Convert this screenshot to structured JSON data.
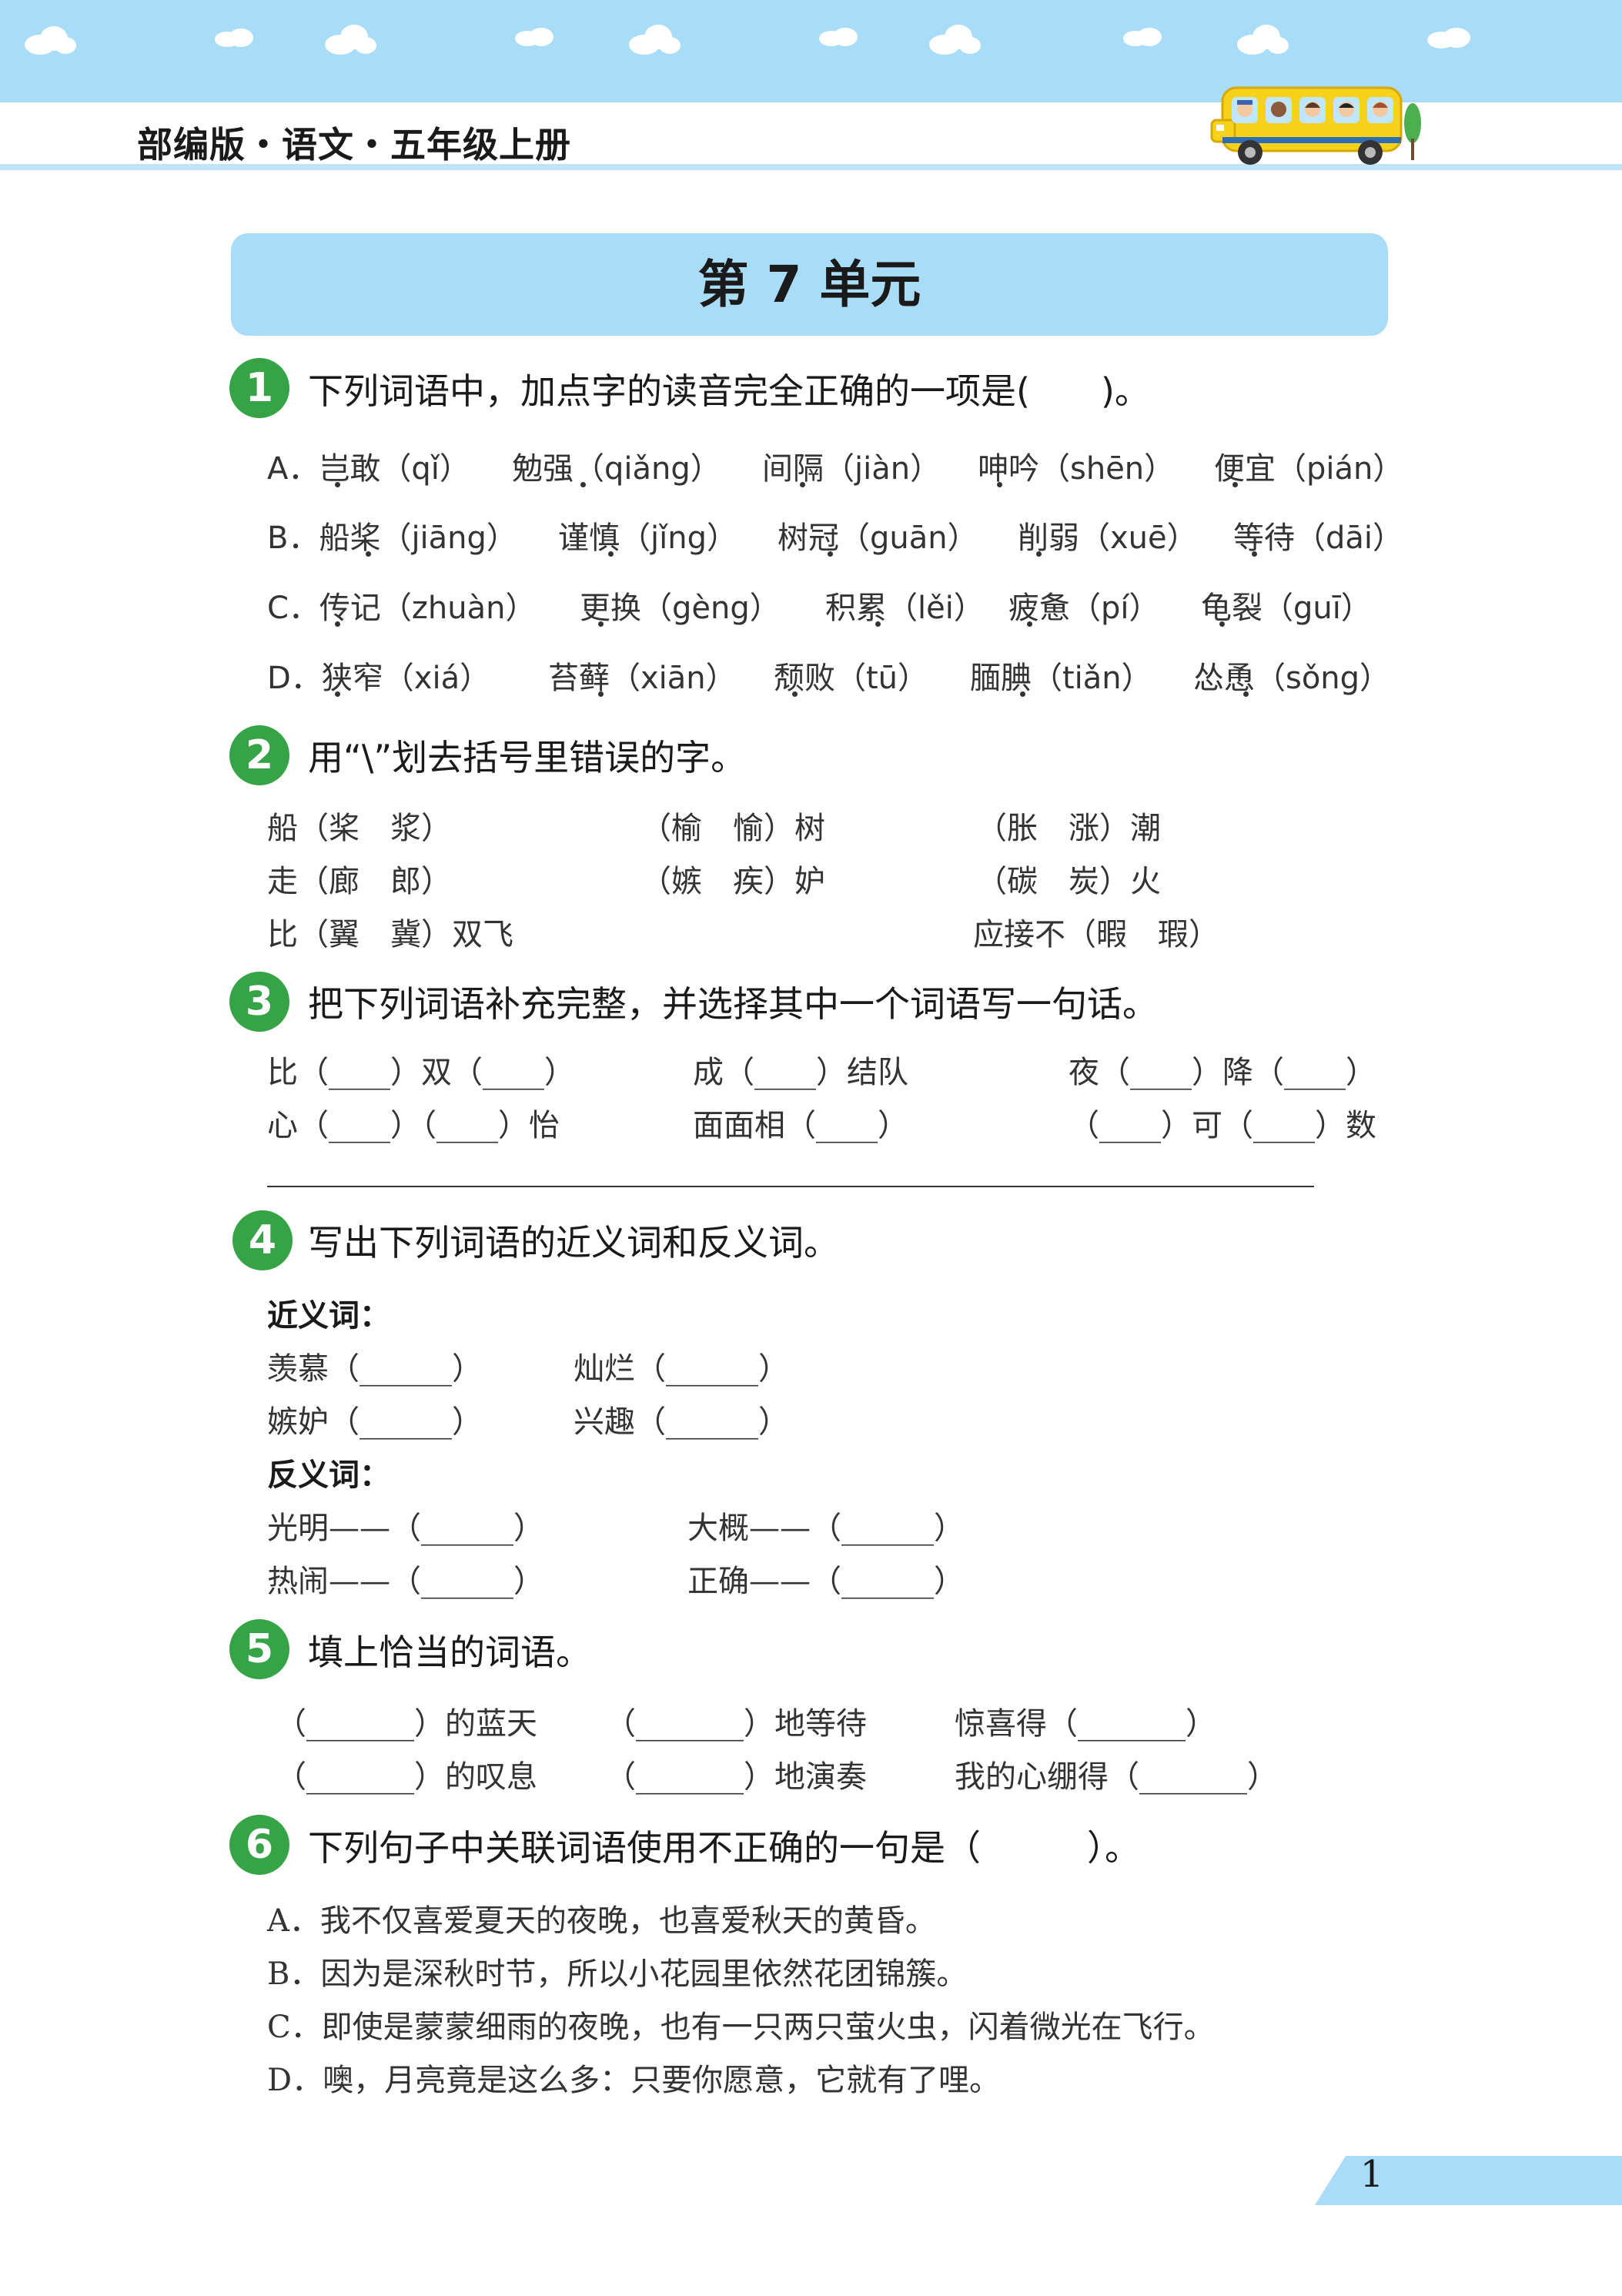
{
  "header": {
    "book_title": "部编版・语文・五年级上册"
  },
  "unit": {
    "title": "第 7 单元"
  },
  "q1": {
    "number": "1",
    "prompt": "下列词语中，加点字的读音完全正确的一项是(　　)。",
    "rows": [
      [
        "A．岂敢（qǐ）",
        "勉强（qiǎng）",
        "间隔（jiàn）",
        "呻吟（shēn）",
        "便宜（pián）"
      ],
      [
        "B．船桨（jiāng）",
        "谨慎（jǐng）",
        "树冠（guān）",
        "削弱（xuē）",
        "等待（dāi）"
      ],
      [
        "C．传记（zhuàn）",
        "更换（gèng）",
        "积累（lěi）",
        "疲惫（pí）",
        "龟裂（guī）"
      ],
      [
        "D．狭窄（xiá）",
        "苔藓（xiān）",
        "颓败（tū）",
        "腼腆（tiǎn）",
        "怂恿（sǒng）"
      ]
    ]
  },
  "q2": {
    "number": "2",
    "prompt": "用“\\”划去括号里错误的字。",
    "items": [
      "船（桨　浆）",
      "（榆　愉）树",
      "（胀　涨）潮",
      "走（廊　郎）",
      "（嫉　疾）妒",
      "（碳　炭）火",
      "比（翼　冀）双飞",
      "应接不（暇　瑕）"
    ]
  },
  "q3": {
    "number": "3",
    "prompt": "把下列词语补充完整，并选择其中一个词语写一句话。",
    "items": [
      "比（____）双（____）",
      "成（____）结队",
      "夜（____）降（____）",
      "心（____）（____）怡",
      "面面相（____）",
      "（____）可（____）数"
    ]
  },
  "q4": {
    "number": "4",
    "prompt": "写出下列词语的近义词和反义词。",
    "synonym_label": "近义词：",
    "synonyms": [
      "羡慕（______）",
      "灿烂（______）",
      "嫉妒（______）",
      "兴趣（______）"
    ],
    "antonym_label": "反义词：",
    "antonyms": [
      "光明——（______）",
      "大概——（______）",
      "热闹——（______）",
      "正确——（______）"
    ]
  },
  "q5": {
    "number": "5",
    "prompt": "填上恰当的词语。",
    "items": [
      "（_______）的蓝天",
      "（_______）地等待",
      "惊喜得（_______）",
      "（_______）的叹息",
      "（_______）地演奏",
      "我的心绷得（_______）"
    ]
  },
  "q6": {
    "number": "6",
    "prompt": "下列句子中关联词语使用不正确的一句是（　　　）。",
    "options": [
      "A．我不仅喜爱夏天的夜晚，也喜爱秋天的黄昏。",
      "B．因为是深秋时节，所以小花园里依然花团锦簇。",
      "C．即使是蒙蒙细雨的夜晚，也有一只两只萤火虫，闪着微光在飞行。",
      "D．噢，月亮竟是这么多：只要你愿意，它就有了哩。"
    ]
  },
  "page_number": "1",
  "colors": {
    "sky": "#a9dcf7",
    "accent_green": "#35a346",
    "bus_yellow": "#f7d21b"
  }
}
